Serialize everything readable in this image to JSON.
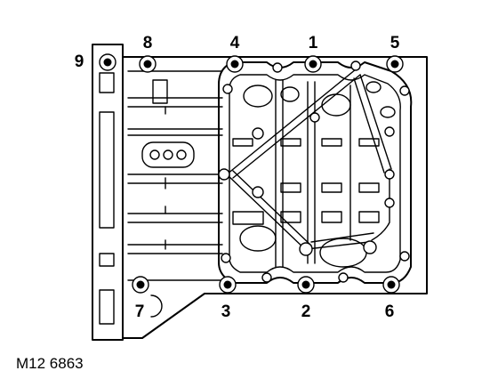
{
  "diagram": {
    "figure_reference": "M12 6863",
    "callouts": [
      "1",
      "2",
      "3",
      "4",
      "5",
      "6",
      "7",
      "8",
      "9"
    ]
  }
}
